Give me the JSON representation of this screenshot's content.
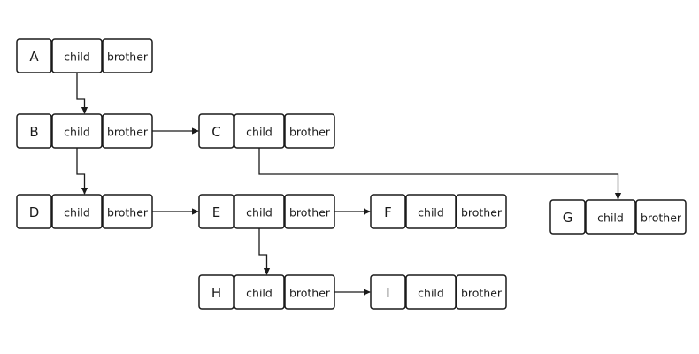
{
  "nodes": [
    {
      "id": "A",
      "label": "A",
      "child_label": "child",
      "brother_label": "brother"
    },
    {
      "id": "B",
      "label": "B",
      "child_label": "child",
      "brother_label": "brother"
    },
    {
      "id": "C",
      "label": "C",
      "child_label": "child",
      "brother_label": "brother"
    },
    {
      "id": "D",
      "label": "D",
      "child_label": "child",
      "brother_label": "brother"
    },
    {
      "id": "E",
      "label": "E",
      "child_label": "child",
      "brother_label": "brother"
    },
    {
      "id": "F",
      "label": "F",
      "child_label": "child",
      "brother_label": "brother"
    },
    {
      "id": "G",
      "label": "G",
      "child_label": "child",
      "brother_label": "brother"
    },
    {
      "id": "H",
      "label": "H",
      "child_label": "child",
      "brother_label": "brother"
    },
    {
      "id": "I",
      "label": "I",
      "child_label": "child",
      "brother_label": "brother"
    }
  ],
  "edges": [
    {
      "from": "A",
      "to": "B",
      "type": "child"
    },
    {
      "from": "B",
      "to": "C",
      "type": "brother"
    },
    {
      "from": "B",
      "to": "D",
      "type": "child"
    },
    {
      "from": "C",
      "to": "G",
      "type": "child"
    },
    {
      "from": "D",
      "to": "E",
      "type": "brother"
    },
    {
      "from": "E",
      "to": "F",
      "type": "brother"
    },
    {
      "from": "E",
      "to": "H",
      "type": "child"
    },
    {
      "from": "H",
      "to": "I",
      "type": "brother"
    }
  ]
}
